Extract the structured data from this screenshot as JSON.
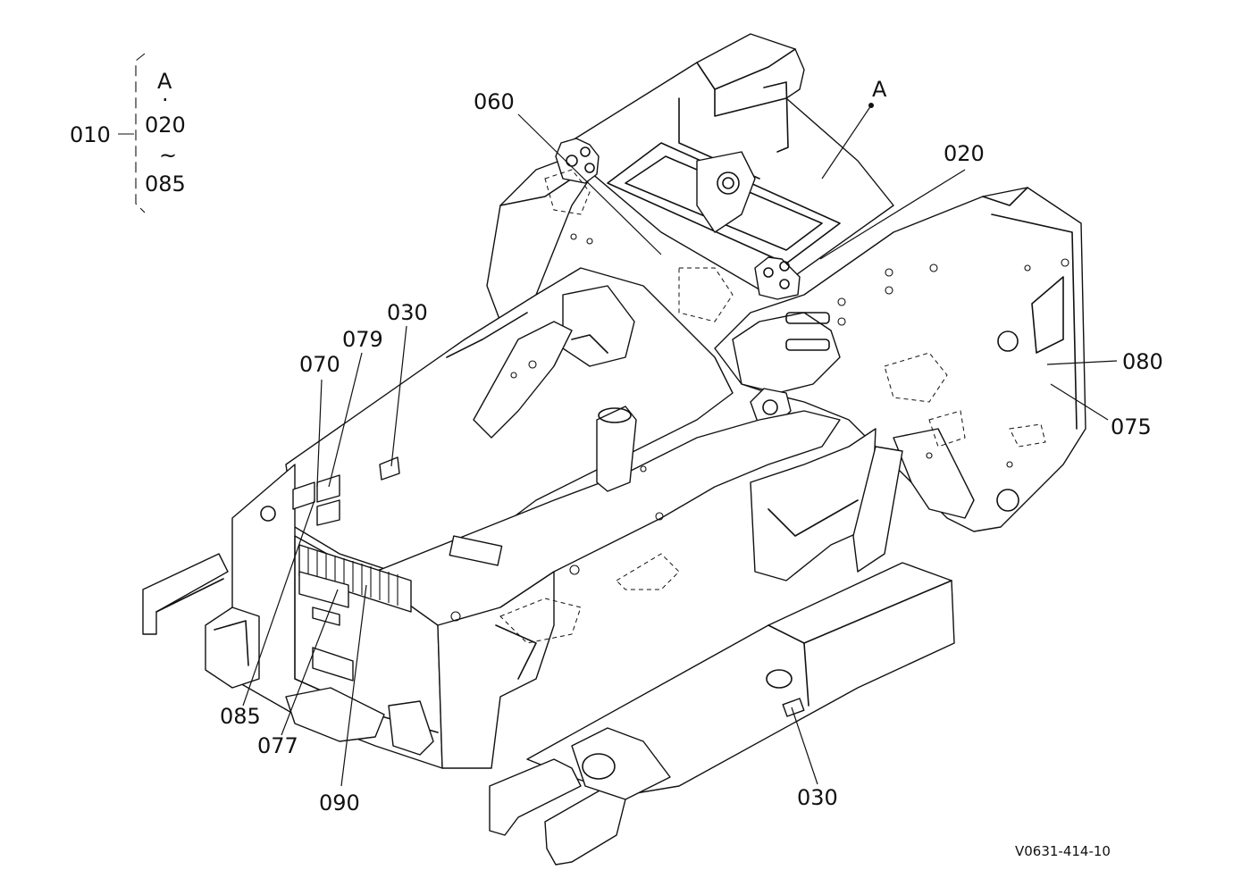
{
  "bracket": {
    "parent": "010",
    "items": [
      "A",
      "·",
      "020",
      "~",
      "085"
    ]
  },
  "callouts": {
    "c060": "060",
    "cA": "A",
    "c020": "020",
    "c030a": "030",
    "c079": "079",
    "c070": "070",
    "c080": "080",
    "c075": "075",
    "c085": "085",
    "c077": "077",
    "c090": "090",
    "c030b": "030"
  },
  "figure_code": "V0631-414-10",
  "colors": {
    "line": "#111111",
    "background": "#ffffff"
  }
}
